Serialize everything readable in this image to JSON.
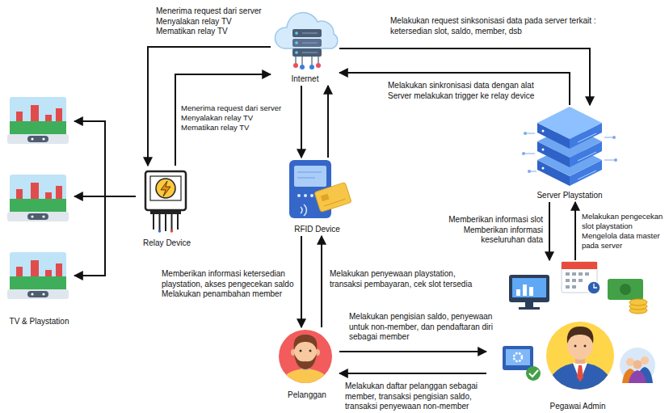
{
  "diagram": {
    "nodes": [
      {
        "text": [
          "Internet"
        ]
      },
      {
        "text": [
          "Server Playstation"
        ]
      },
      {
        "text": [
          "TV & Playstation"
        ]
      },
      {
        "text": [
          "Relay Device"
        ]
      },
      {
        "text": [
          "RFID Device"
        ]
      },
      {
        "text": [
          "Pelanggan"
        ]
      },
      {
        "text": [
          "Pegawai Admin"
        ]
      }
    ],
    "edges": [
      {
        "from": 0,
        "to": 3,
        "arrow": "to",
        "label": "Menerima request dari server Menyalakan relay TV Mematikan relay TV"
      },
      {
        "from": 3,
        "to": 0,
        "arrow": "to",
        "label": "Menerima request dari server Menyalakan relay TV Mematikan relay TV"
      },
      {
        "from": 0,
        "to": 1,
        "arrow": "to",
        "label": "Melakukan request sinksonisasi data pada server terkait : ketersedian slot, saldo, member, dsb"
      },
      {
        "from": 1,
        "to": 0,
        "arrow": "to",
        "label": "Melakukan sinkronisasi data dengan alat Server melakukan trigger ke relay device"
      },
      {
        "from": 0,
        "to": 4,
        "arrow": "to"
      },
      {
        "from": 4,
        "to": 0,
        "arrow": "to"
      },
      {
        "from": 3,
        "to": 2,
        "arrow": "to"
      },
      {
        "from": 3,
        "to": 2,
        "arrow": "to"
      },
      {
        "from": 3,
        "to": 2,
        "arrow": "to"
      },
      {
        "from": 4,
        "to": 5,
        "arrow": "to",
        "label": "Memberikan informasi ketersedian playstation, akses pengecekan saldo Melakukan penambahan member"
      },
      {
        "from": 5,
        "to": 4,
        "arrow": "to",
        "label": "Melakukan penyewaan playstation, transaksi pembayaran, cek slot tersedia"
      },
      {
        "from": 1,
        "to": 6,
        "arrow": "to",
        "label": "Memberikan informasi slot Memberikan informasi keseluruhan data"
      },
      {
        "from": 6,
        "to": 1,
        "arrow": "to",
        "label": "Melakukan pengecekan slot playstation Mengelola data master pada server"
      },
      {
        "from": 5,
        "to": 6,
        "arrow": "to",
        "label": "Melakukan pengisian saldo, penyewaan untuk non-member, dan pendaftaran diri sebagai member"
      },
      {
        "from": 6,
        "to": 5,
        "arrow": "to",
        "label": "Melakukan daftar pelanggan sebagai member, transaksi pengisian saldo, transaksi penyewaan non-member"
      }
    ]
  }
}
